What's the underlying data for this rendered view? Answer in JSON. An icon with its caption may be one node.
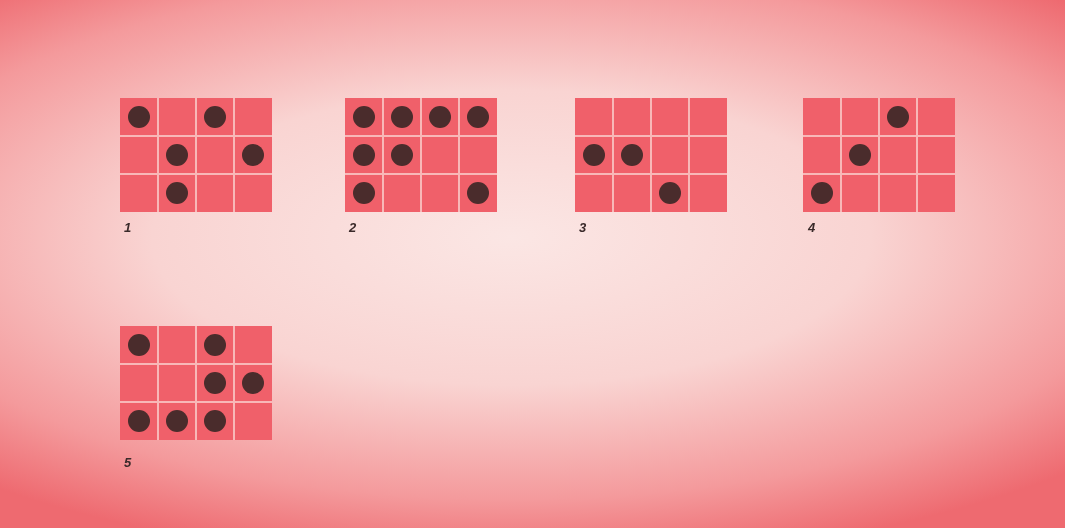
{
  "diagram": {
    "labels": [
      "1",
      "2",
      "3",
      "4",
      "5"
    ]
  }
}
